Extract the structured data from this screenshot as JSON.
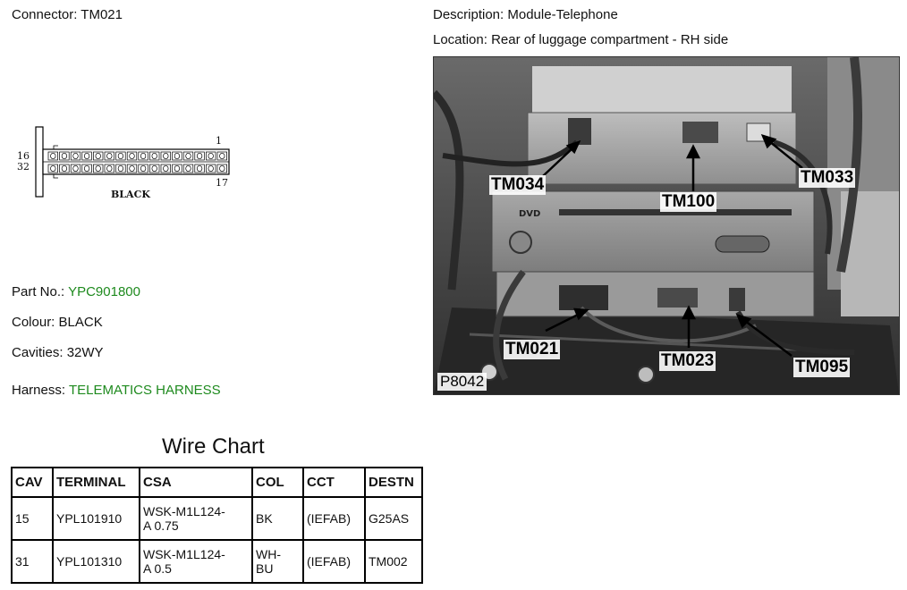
{
  "connector": {
    "label": "Connector:",
    "value": "TM021"
  },
  "description": {
    "label": "Description:",
    "value": "Module-Telephone"
  },
  "location": {
    "label": "Location:",
    "value": "Rear of luggage compartment - RH side"
  },
  "diagram": {
    "pin_labels": {
      "top_right": "1",
      "left_top": "16",
      "left_bottom": "32",
      "bottom_right": "17"
    },
    "color_label": "BLACK"
  },
  "details": {
    "part_no": {
      "label": "Part No.:",
      "value": "YPC901800"
    },
    "colour": {
      "label": "Colour:",
      "value": "BLACK"
    },
    "cavities": {
      "label": "Cavities:",
      "value": "32WY"
    },
    "harness": {
      "label": "Harness:",
      "value": "TELEMATICS HARNESS"
    }
  },
  "photo": {
    "figure_id": "P8042",
    "callouts": {
      "tm034": "TM034",
      "tm100": "TM100",
      "tm033": "TM033",
      "tm021": "TM021",
      "tm023": "TM023",
      "tm095": "TM095"
    }
  },
  "wire_chart": {
    "title": "Wire Chart",
    "headers": [
      "CAV",
      "TERMINAL",
      "CSA",
      "COL",
      "CCT",
      "DESTN"
    ],
    "rows": [
      [
        "15",
        "YPL101910",
        "WSK-M1L124-\nA 0.75",
        "BK",
        "(IEFAB)",
        "G25AS"
      ],
      [
        "31",
        "YPL101310",
        "WSK-M1L124-\nA 0.5",
        "WH-\nBU",
        "(IEFAB)",
        "TM002"
      ]
    ]
  }
}
